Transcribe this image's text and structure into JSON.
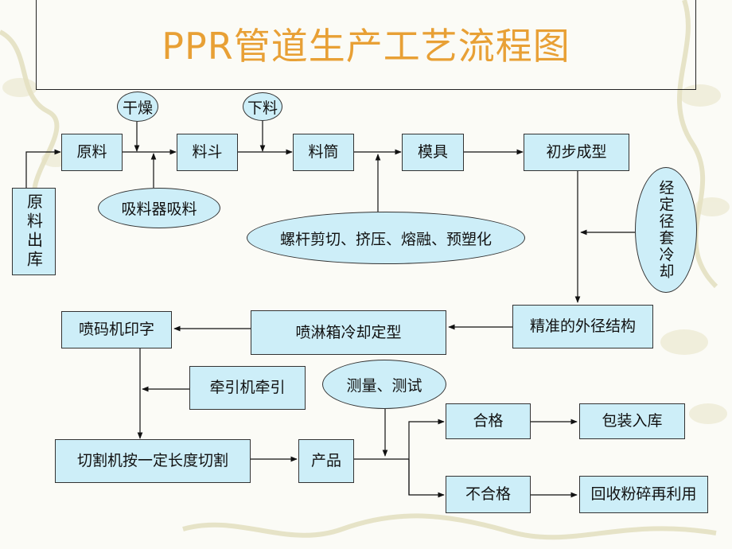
{
  "title": "PPR管道生产工艺流程图",
  "colors": {
    "title": "#e8a035",
    "box_fill": "#cdeef8",
    "line": "#111111"
  },
  "nodes": {
    "raw_out": "原料出库",
    "raw": "原料",
    "dry": "干燥",
    "suction": "吸料器吸料",
    "hopper": "料斗",
    "feed": "下料",
    "barrel": "料筒",
    "screw": "螺杆剪切、挤压、熔融、预塑化",
    "mold": "模具",
    "preform": "初步成型",
    "sizing_cool": "经定径套冷却",
    "precise": "精准的外径结构",
    "spray": "喷淋箱冷却定型",
    "printer": "喷码机印字",
    "tractor": "牵引机牵引",
    "cutter": "切割机按一定长度切割",
    "product": "产品",
    "measure": "测量、测试",
    "pass": "合格",
    "pack": "包装入库",
    "fail": "不合格",
    "recycle": "回收粉碎再利用"
  }
}
